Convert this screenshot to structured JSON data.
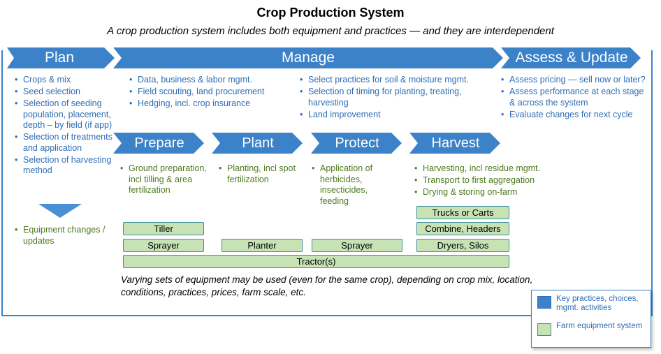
{
  "title": "Crop Production System",
  "subtitle": "A crop production system includes both equipment and practices — and they are interdependent",
  "colors": {
    "stage_blue": "#3b82c8",
    "text_blue": "#2f6db5",
    "text_green": "#4e7a1f",
    "equip_fill": "#c7e3b5",
    "equip_border": "#3f8f9c"
  },
  "top_stages": {
    "plan": "Plan",
    "manage": "Manage",
    "assess": "Assess & Update"
  },
  "sub_stages": {
    "prepare": "Prepare",
    "plant": "Plant",
    "protect": "Protect",
    "harvest": "Harvest"
  },
  "plan_items": [
    "Crops & mix",
    "Seed selection",
    "Selection of seeding population, placement, depth – by field (if app)",
    "Selection of treatments and application",
    "Selection of harvesting method"
  ],
  "plan_equipment": [
    "Equipment changes / updates"
  ],
  "manage_items_left": [
    "Data, business & labor mgmt.",
    "Field scouting, land procurement",
    "Hedging, incl. crop insurance"
  ],
  "manage_items_right": [
    "Select practices for soil & moisture mgmt.",
    "Selection of timing for planting, treating, harvesting",
    "Land improvement"
  ],
  "assess_items": [
    "Assess pricing — sell now or later?",
    "Assess performance at each stage & across the system",
    "Evaluate changes for next cycle"
  ],
  "prepare_items": [
    "Ground preparation, incl tilling & area fertilization"
  ],
  "plant_items": [
    "Planting, incl spot fertilization"
  ],
  "protect_items": [
    "Application of herbicides, insecticides, feeding"
  ],
  "harvest_items": [
    "Harvesting, incl residue mgmt.",
    "Transport to first aggregation",
    "Drying & storing on-farm"
  ],
  "equipment": {
    "tiller": "Tiller",
    "sprayer_prepare": "Sprayer",
    "planter": "Planter",
    "sprayer_protect": "Sprayer",
    "trucks": "Trucks or Carts",
    "combine": "Combine, Headers",
    "dryers": "Dryers, Silos",
    "tractor": "Tractor(s)"
  },
  "note": "Varying sets of equipment may be used (even for the same crop), depending on crop mix, location, conditions, practices, prices, farm scale, etc.",
  "legend": {
    "practices": "Key practices, choices, mgmt. activities",
    "equipment": "Farm equipment system"
  }
}
